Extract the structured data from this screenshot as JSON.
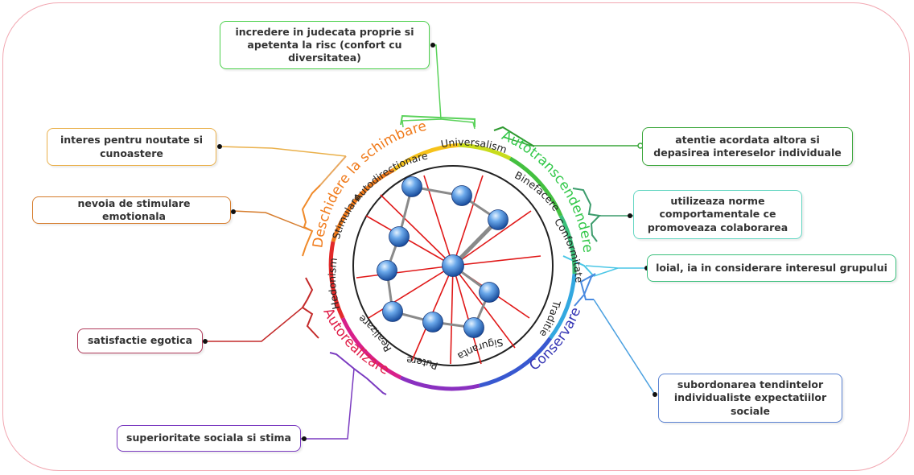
{
  "diagram": {
    "values_ring": [
      {
        "label": "Universalism"
      },
      {
        "label": "Binefacere"
      },
      {
        "label": "Conformitate"
      },
      {
        "label": "Traditie"
      },
      {
        "label": "Siguranta"
      },
      {
        "label": "Putere"
      },
      {
        "label": "Realizare"
      },
      {
        "label": "Hedonism"
      },
      {
        "label": "Stimulare"
      },
      {
        "label": "Autodirectionare"
      }
    ],
    "dimensions": [
      {
        "label": "Deschidere la schimbare",
        "color": "#f07a1a"
      },
      {
        "label": "Autotranscendendere",
        "color": "#33c84a"
      },
      {
        "label": "Conservare",
        "color": "#3434b4"
      },
      {
        "label": "Autorealizare",
        "color": "#e0204a"
      }
    ],
    "notes": {
      "risc": "incredere in judecata proprie si apetenta la risc (confort cu diversitatea)",
      "altora": "atentie acordata altora si depasirea intereselor individuale",
      "noutate": "interes pentru noutate si cunoastere",
      "norme": "utilizeaza norme comportamentale ce promoveaza colaborarea",
      "stimulare": "nevoia de stimulare emotionala",
      "loial": "loial, ia in considerare interesul grupului",
      "egotica": "satisfactie egotica",
      "subordonare": "subordonarea tendintelor individualiste expectatiilor sociale",
      "superioritate": "superioritate sociala si stima"
    }
  }
}
